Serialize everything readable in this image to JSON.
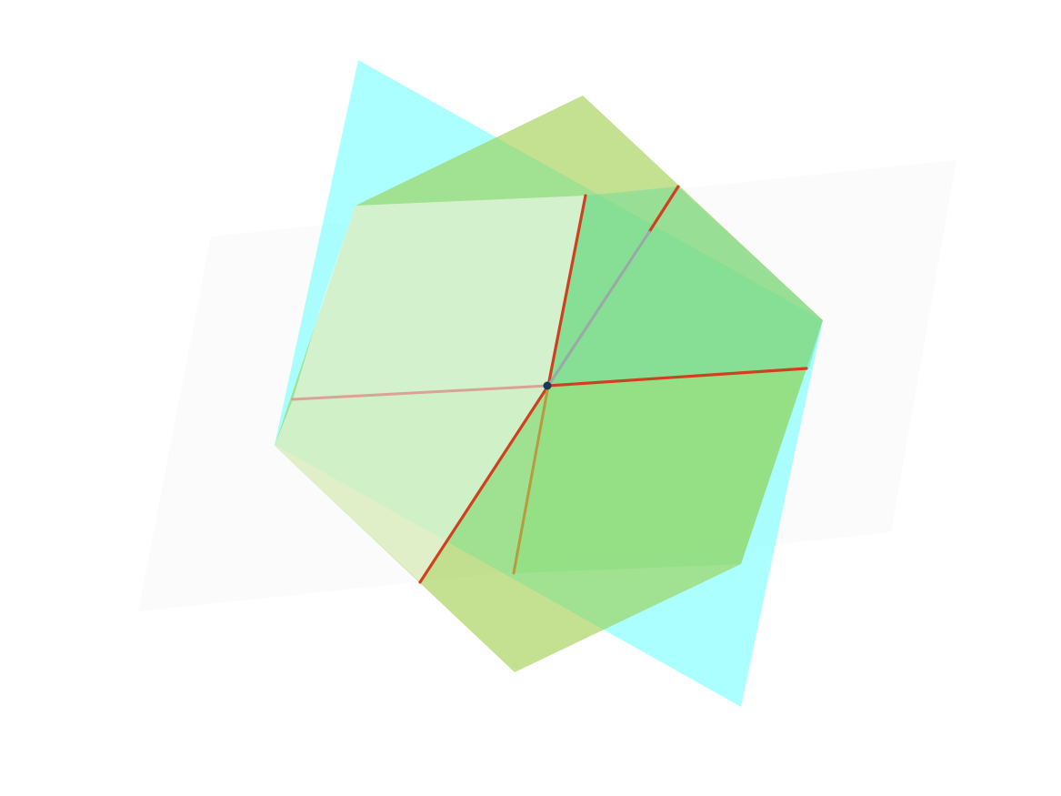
{
  "scene": {
    "type": "3d-planes-intersection",
    "colors": {
      "background": "#ffffff",
      "horizontal_plane": "#f0f0f0",
      "cyan_plane": "#66ffff",
      "green_plane": "#99cc44",
      "cyan_green_overlap": "#66dd99",
      "intersection_line": "#d04020",
      "hidden_line_faint": "#e08080",
      "hidden_line_gray": "#9aa8a8",
      "hidden_line_olive": "#b89a40",
      "center_point": "#1a3a5a"
    },
    "planes": [
      {
        "name": "horizontal-plane"
      },
      {
        "name": "cyan-plane"
      },
      {
        "name": "green-plane"
      }
    ],
    "intersection_lines": [
      {
        "name": "line-a"
      },
      {
        "name": "line-b"
      },
      {
        "name": "line-c"
      }
    ],
    "center_point": {
      "name": "common-point"
    }
  }
}
